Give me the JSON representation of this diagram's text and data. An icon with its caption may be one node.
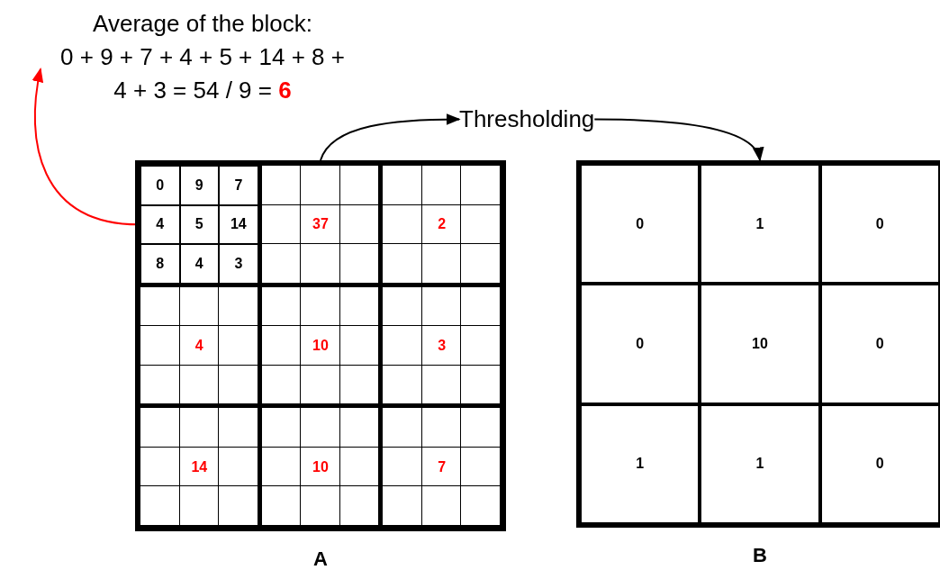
{
  "diagram": {
    "nodes": [
      {
        "text": [
          "Average of the block:",
          "0 + 9 + 7 + 4 + 5 + 14 + 8 + 4 + 3 = 54 / 9 = **6**"
        ]
      },
      {
        "text": [
          "Thresholding"
        ]
      },
      {
        "text": [],
        "shape": "grid",
        "beside": [
          "A"
        ]
      },
      {
        "text": [],
        "shape": "box",
        "in": 2
      },
      {
        "text": [
          "37"
        ],
        "in": 2
      },
      {
        "text": [
          "2"
        ],
        "in": 2
      },
      {
        "text": [
          "4"
        ],
        "in": 2
      },
      {
        "text": [
          "10"
        ],
        "in": 2
      },
      {
        "text": [
          "3"
        ],
        "in": 2
      },
      {
        "text": [
          "14"
        ],
        "in": 2
      },
      {
        "text": [
          "10"
        ],
        "in": 2
      },
      {
        "text": [
          "7"
        ],
        "in": 2
      },
      {
        "text": [
          "0"
        ],
        "in": 3
      },
      {
        "text": [
          "9"
        ],
        "in": 3
      },
      {
        "text": [
          "7"
        ],
        "in": 3
      },
      {
        "text": [
          "4"
        ],
        "in": 3
      },
      {
        "text": [
          "5"
        ],
        "in": 3
      },
      {
        "text": [
          "14"
        ],
        "in": 3
      },
      {
        "text": [
          "8"
        ],
        "in": 3
      },
      {
        "text": [
          "4"
        ],
        "in": 3
      },
      {
        "text": [
          "3"
        ],
        "in": 3
      },
      {
        "text": [],
        "shape": "grid",
        "beside": [
          "B"
        ]
      },
      {
        "text": [
          "0"
        ],
        "in": 21
      },
      {
        "text": [
          "1"
        ],
        "in": 21
      },
      {
        "text": [
          "0"
        ],
        "in": 21
      },
      {
        "text": [
          "0"
        ],
        "in": 21
      },
      {
        "text": [
          "10"
        ],
        "in": 21
      },
      {
        "text": [
          "0"
        ],
        "in": 21
      },
      {
        "text": [
          "1"
        ],
        "in": 21
      },
      {
        "text": [
          "1"
        ],
        "in": 21
      },
      {
        "text": [
          "0"
        ],
        "in": 21
      }
    ],
    "edges": [
      {
        "from": 3,
        "to": 0,
        "arrow": "to",
        "color": "#ff0000"
      },
      {
        "from": 2,
        "to": 1,
        "arrow": "to"
      },
      {
        "from": 1,
        "to": 21,
        "arrow": "to"
      }
    ]
  }
}
